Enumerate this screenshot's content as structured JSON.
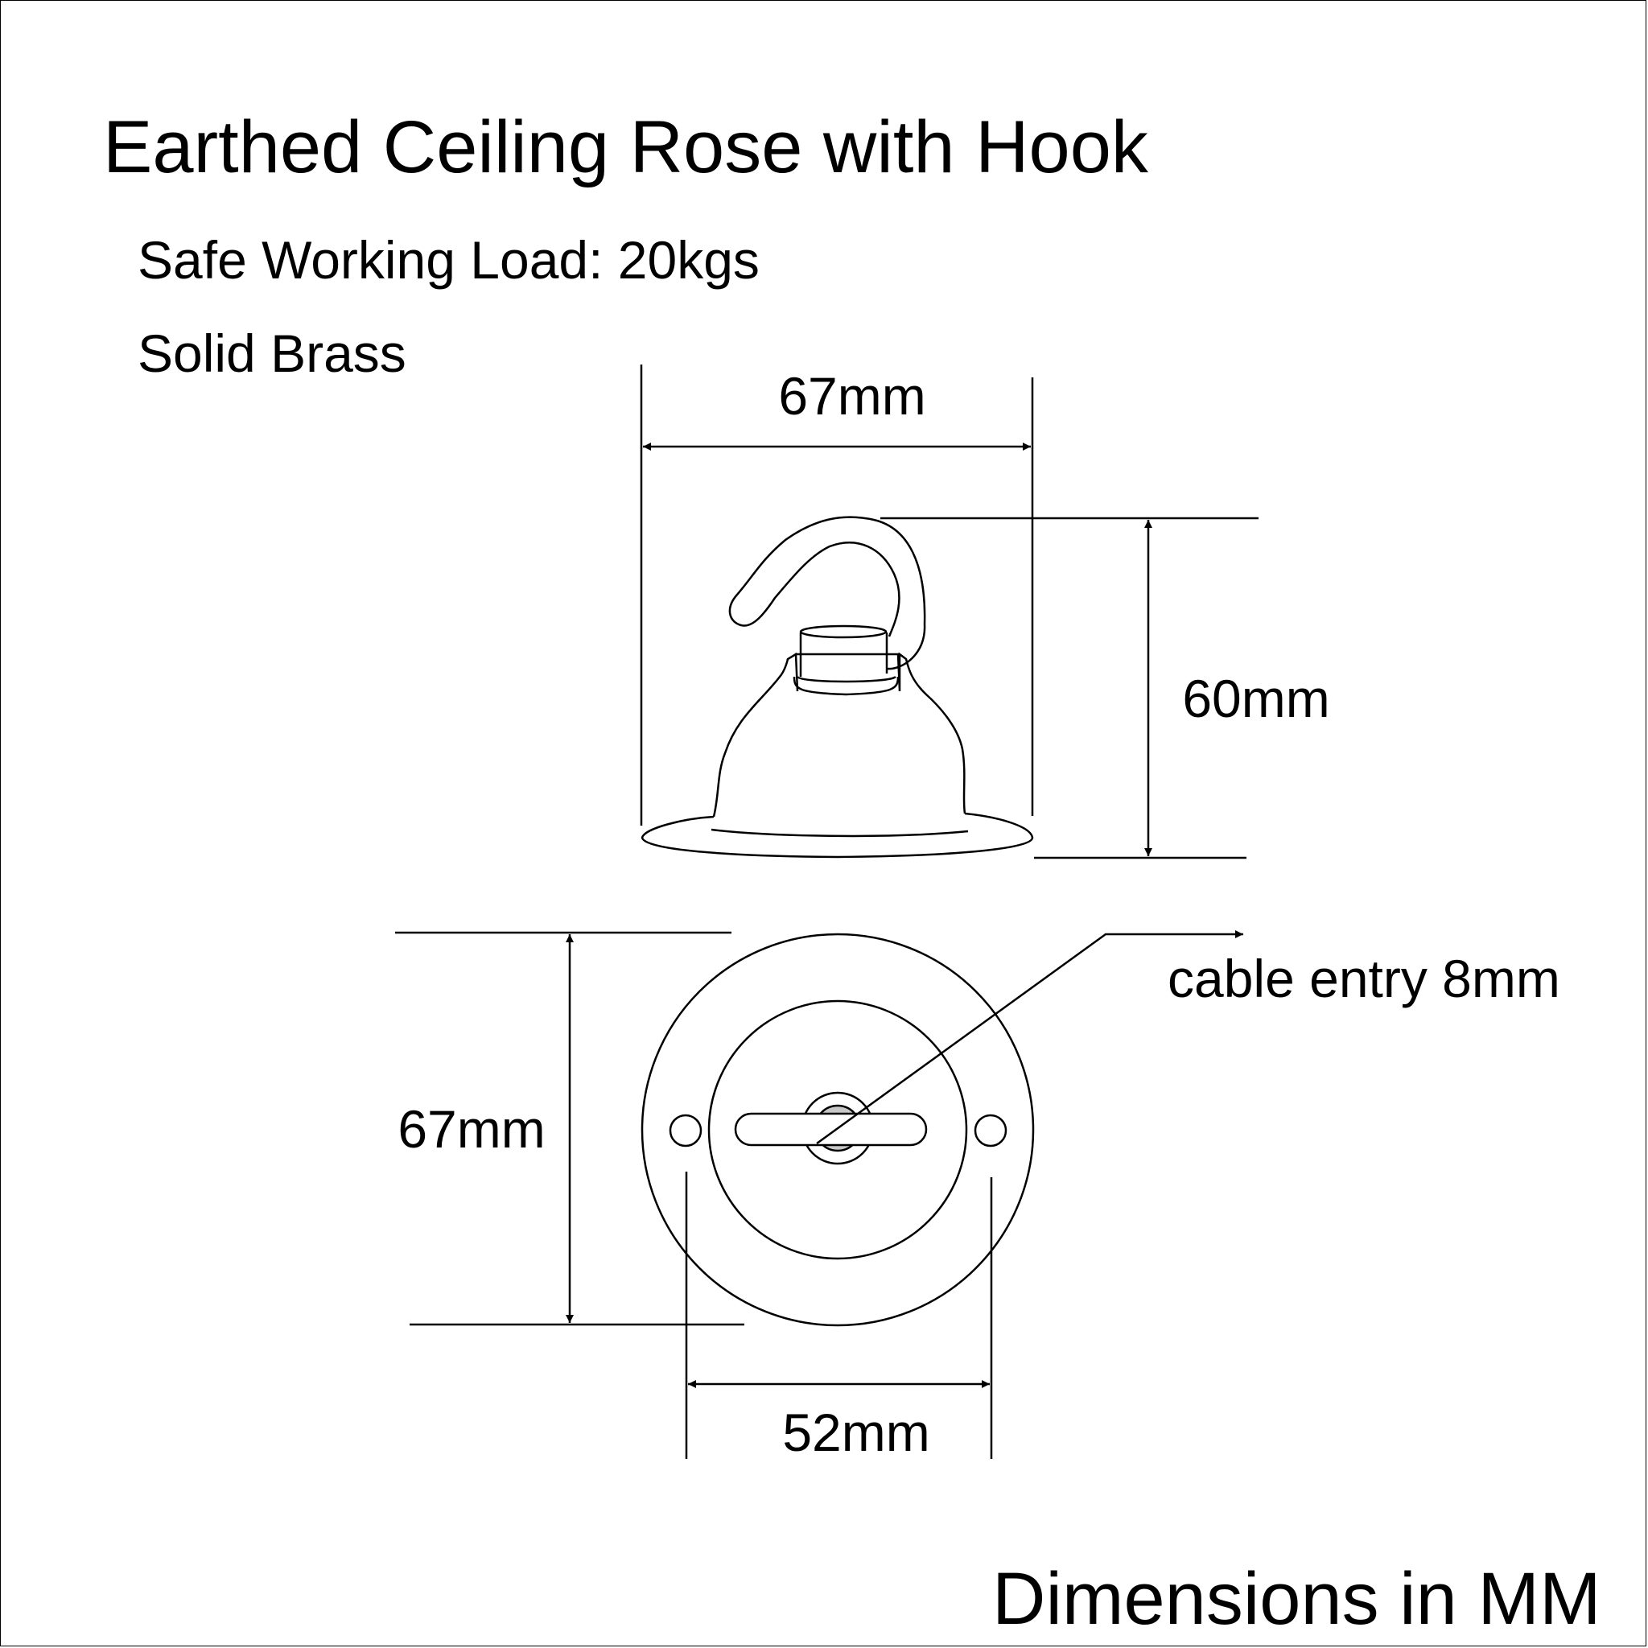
{
  "title": "Earthed Ceiling Rose with Hook",
  "specs": {
    "load": "Safe Working Load: 20kgs",
    "material": "Solid Brass"
  },
  "dimensions": {
    "side_width": "67mm",
    "side_height": "60mm",
    "front_diameter": "67mm",
    "fixing_centres": "52mm",
    "cable_entry": "cable entry 8mm"
  },
  "footer": "Dimensions in MM",
  "colors": {
    "line": "#000000",
    "background": "#ffffff",
    "cable_hole_fill": "#c8c8c8"
  }
}
